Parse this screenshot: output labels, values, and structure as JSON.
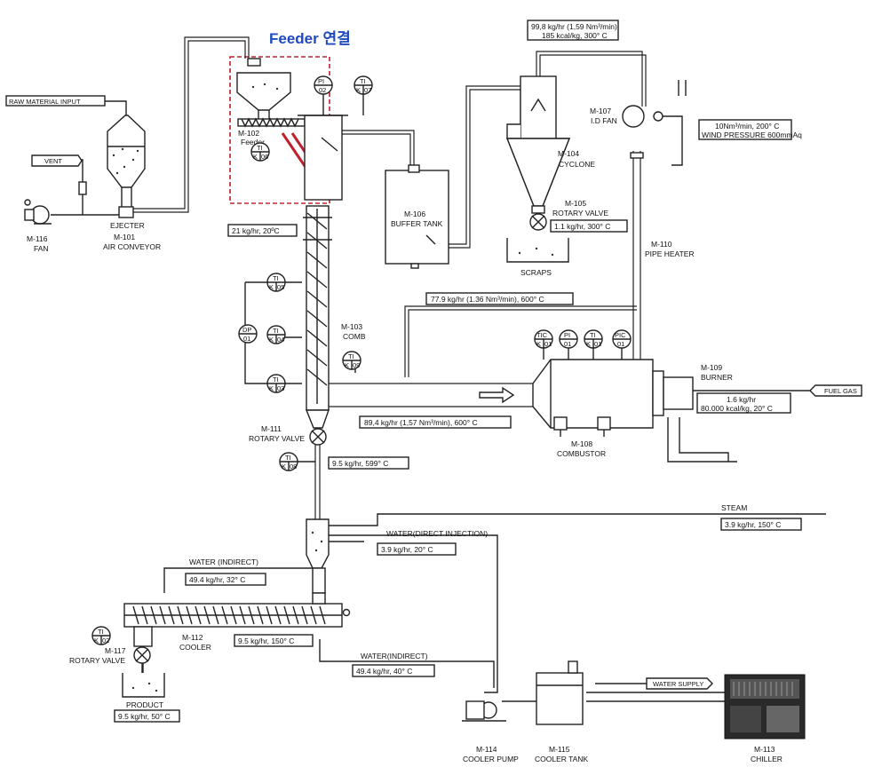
{
  "title": "Feeder 연결",
  "equipment": {
    "fan": {
      "tag": "M-116",
      "name": "FAN"
    },
    "air_conveyor": {
      "tag": "M-101",
      "name": "AIR CONVEYOR",
      "ejecter": "EJECTER"
    },
    "feeder": {
      "tag": "M-102",
      "name": "Feeder"
    },
    "comb": {
      "tag": "M-103",
      "name": "COMB"
    },
    "cyclone": {
      "tag": "M-104",
      "name": "CYCLONE"
    },
    "rotary_valve_105": {
      "tag": "M-105",
      "name": "ROTARY VALVE"
    },
    "buffer_tank": {
      "tag": "M-106",
      "name": "BUFFER TANK"
    },
    "id_fan": {
      "tag": "M-107",
      "name": "I.D FAN"
    },
    "combustor": {
      "tag": "M-108",
      "name": "COMBUSTOR"
    },
    "burner": {
      "tag": "M-109",
      "name": "BURNER"
    },
    "pipe_heater": {
      "tag": "M-110",
      "name": "PIPE HEATER"
    },
    "rotary_valve_111": {
      "tag": "M-111",
      "name": "ROTARY VALVE"
    },
    "cooler": {
      "tag": "M-112",
      "name": "COOLER"
    },
    "chiller": {
      "tag": "M-113",
      "name": "CHILLER"
    },
    "cooler_pump": {
      "tag": "M-114",
      "name": "COOLER PUMP"
    },
    "cooler_tank": {
      "tag": "M-115",
      "name": "COOLER TANK"
    },
    "rotary_valve_117": {
      "tag": "M-117",
      "name": "ROTARY VALVE"
    }
  },
  "labels": {
    "raw_material_input": "RAW MATERIAL INPUT",
    "vent": "VENT",
    "scraps": "SCRAPS",
    "product": "PRODUCT",
    "fuel_gas": "FUEL GAS",
    "steam": "STEAM",
    "water_supply": "WATER SUPPLY",
    "water_direct_injection": "WATER(DIRECT INJECTION)",
    "water_indirect_top": "WATER (INDIRECT)",
    "water_indirect_bottom": "WATER(INDIRECT)"
  },
  "flow_notes": {
    "cyclone_top": [
      "99,8 kg/hr (1,59 Nm³/min)",
      "185 kcal/kg, 300° C"
    ],
    "id_fan_out": [
      "10Nm³/min, 200° C",
      "WIND PRESSURE 600mmAq"
    ],
    "rotary_valve_105": "1.1 kg/hr, 300° C",
    "feed": "21 kg/hr, 20ºC",
    "hot_gas": "77.9 kg/hr (1.36 Nm³/min), 600° C",
    "combustor_out": "89,4 kg/hr (1,57 Nm³/min), 600° C",
    "burner": [
      "1.6 kg/hr",
      "80.000 kcal/kg, 20° C"
    ],
    "rotary_valve_111": "9.5 kg/hr, 599° C",
    "steam": "3.9 kg/hr, 150° C",
    "water_direct": "3.9 kg/hr, 20° C",
    "water_indirect_in": "49.4 kg/hr, 32° C",
    "cooler_out": "9.5 kg/hr, 150° C",
    "water_indirect_out": "49.4 kg/hr, 40° C",
    "product": "9.5 kg/hr, 50° C"
  },
  "instruments": {
    "pi_02": [
      "PI",
      "02"
    ],
    "ti_07": [
      "TI",
      "K",
      "07"
    ],
    "ti_06": [
      "TI",
      "K",
      "06"
    ],
    "ti_05": [
      "TI",
      "K",
      "05"
    ],
    "ti_04": [
      "TI",
      "K",
      "04"
    ],
    "ti_03": [
      "TI",
      "K",
      "03"
    ],
    "ti_09": [
      "TI",
      "K",
      "09"
    ],
    "ti_08": [
      "TI",
      "K",
      "08"
    ],
    "ti_02": [
      "TI",
      "K",
      "02"
    ],
    "dp_01": [
      "DP",
      "01"
    ],
    "tic_01": [
      "TIC",
      "K",
      "01"
    ],
    "pi_01": [
      "PI",
      "01"
    ],
    "ti_01": [
      "TI",
      "K",
      "01"
    ],
    "pic_01": [
      "PIC",
      "01"
    ]
  },
  "colors": {
    "highlight": "#c0202a",
    "title": "#1f49c0",
    "line": "#222222"
  }
}
